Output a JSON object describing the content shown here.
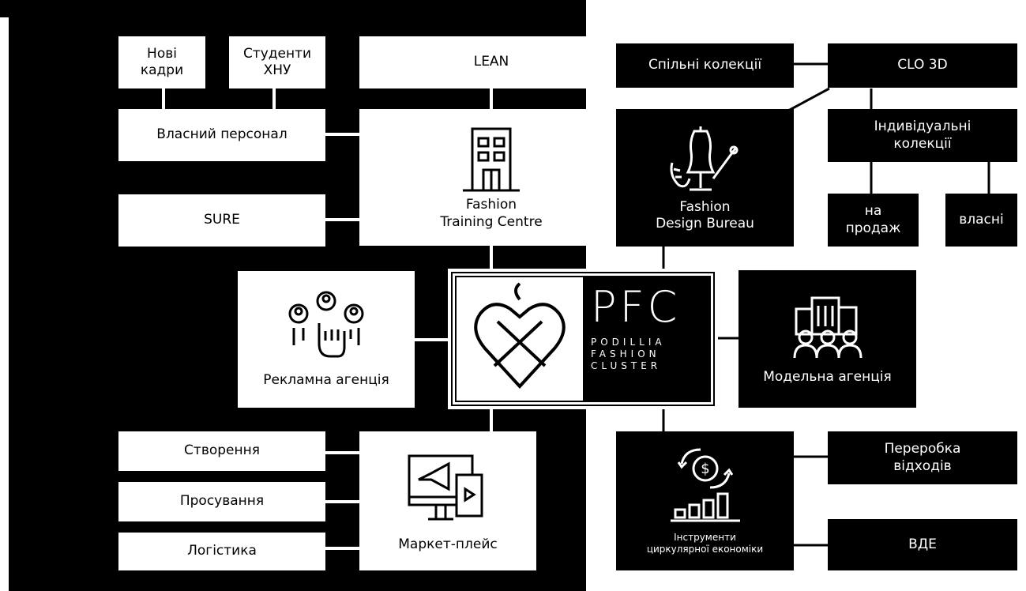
{
  "left": {
    "novi_kadry": "Нові\nкадри",
    "studenty": "Студенти\nХНУ",
    "lean": "LEAN",
    "vlasnyi_personal": "Власний персонал",
    "sure": "SURE",
    "training_centre": "Fashion\nTraining Centre",
    "reklamna": "Рекламна агенція",
    "stvorennia": "Створення",
    "prosuvannia": "Просування",
    "lohistyka": "Логістика",
    "market": "Маркет-плейс"
  },
  "center": {
    "pfc": "PFC",
    "line1": "PODILLIA",
    "line2": "FASHION",
    "line3": "CLUSTER"
  },
  "right": {
    "spilni": "Спільні колекції",
    "clo3d": "CLO 3D",
    "design_bureau": "Fashion\nDesign Bureau",
    "indyvidualni": "Індивідуальні\nколекції",
    "na_prodazh": "на\nпродаж",
    "vlasni": "власні",
    "modelna": "Модельна агенція",
    "instrumenty": "Інструменти\nциркулярної економіки",
    "pererobka": "Переробка\nвідходів",
    "vde": "ВДЕ"
  },
  "icons": {
    "training_centre": "building-icon",
    "reklamna": "people-hand-icon",
    "market": "computer-megaphone-icon",
    "design_bureau": "mannequin-icon",
    "modelna": "city-people-icon",
    "instrumenty": "circular-economy-icon",
    "logo": "heart-needle-icon"
  }
}
